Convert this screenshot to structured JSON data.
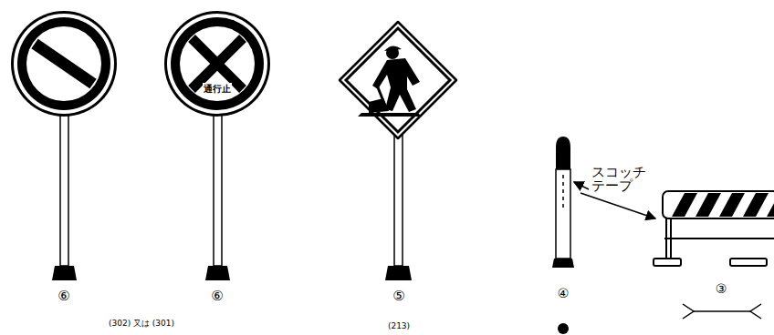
{
  "diagram": {
    "nodes": [
      {
        "text": [
          "通行止"
        ]
      }
    ],
    "labels": [
      "⑥",
      "⑥",
      "(302) 又は (301)",
      "⑤",
      "(213)",
      "④",
      "スコッチ テープ",
      "③"
    ]
  }
}
